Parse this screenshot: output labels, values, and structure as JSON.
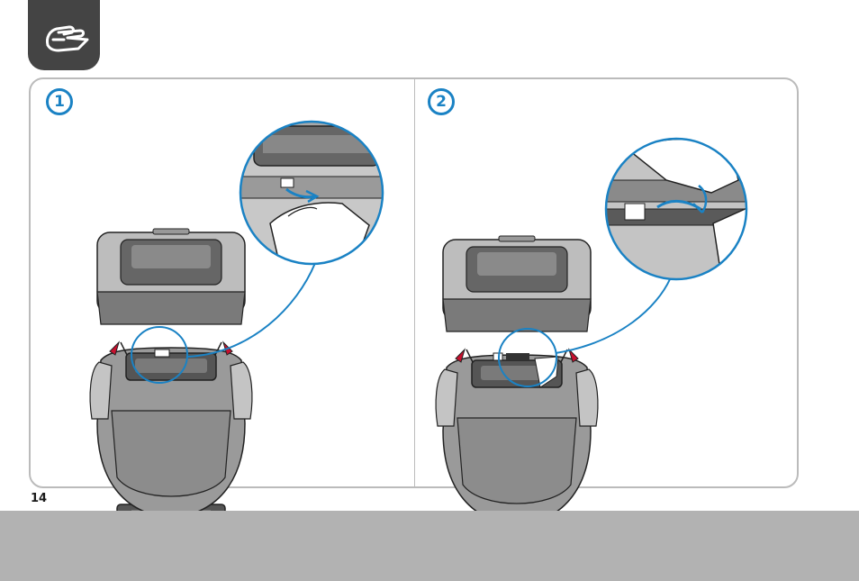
{
  "steps": [
    {
      "number": "1"
    },
    {
      "number": "2"
    }
  ],
  "page_number": "14",
  "icon": {
    "name": "hand-wipe-icon"
  },
  "colors": {
    "accent": "#1a82c4",
    "tab": "#444444",
    "frame": "#bbbbbb",
    "footer": "#b2b2b2",
    "seat_dark": "#555555",
    "seat_mid": "#9a9a9a",
    "seat_light": "#c4c4c4",
    "red_marker": "#c8102e"
  }
}
